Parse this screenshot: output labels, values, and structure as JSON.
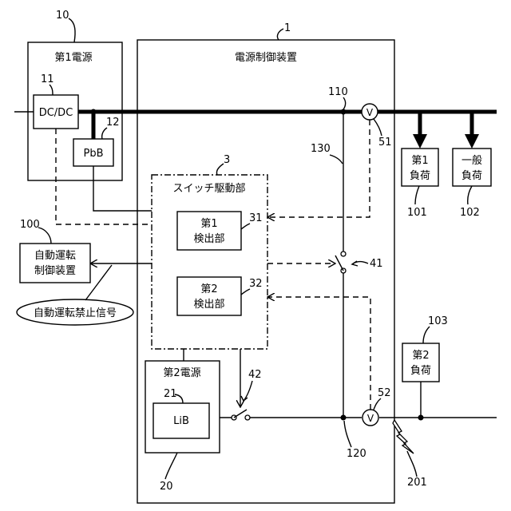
{
  "refs": {
    "r10": "10",
    "r1": "1",
    "r11": "11",
    "r12": "12",
    "r3": "3",
    "r110": "110",
    "r130": "130",
    "r51": "51",
    "r31": "31",
    "r32": "32",
    "r41": "41",
    "r42": "42",
    "r21": "21",
    "r52": "52",
    "r120": "120",
    "r20": "20",
    "r100": "100",
    "r101": "101",
    "r102": "102",
    "r103": "103",
    "r201": "201"
  },
  "labels": {
    "first_power": "第1電源",
    "device": "電源制御装置",
    "dcdc": "DC/DC",
    "pbb": "PbB",
    "switch_driver": "スイッチ駆動部",
    "det1_line1": "第1",
    "det1_line2": "検出部",
    "det2_line1": "第2",
    "det2_line2": "検出部",
    "second_power": "第2電源",
    "lib": "LiB",
    "auto_line1": "自動運転",
    "auto_line2": "制御装置",
    "prohibit": "自動運転禁止信号",
    "load1_line1": "第1",
    "load1_line2": "負荷",
    "load_gen_line1": "一般",
    "load_gen_line2": "負荷",
    "load2_line1": "第2",
    "load2_line2": "負荷",
    "voltmeter": "V"
  }
}
